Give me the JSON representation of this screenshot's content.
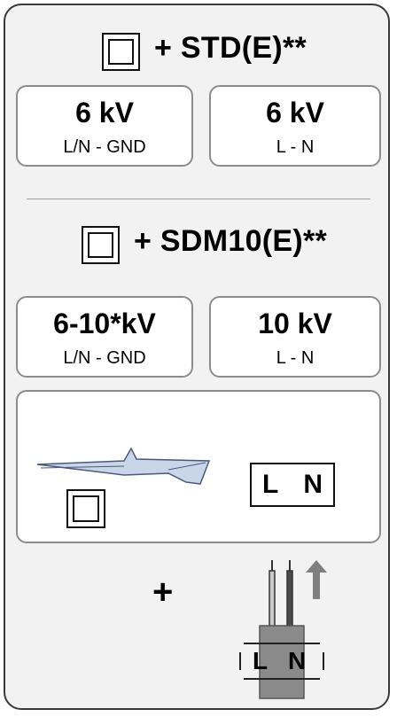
{
  "std": {
    "heading": "+ STD(E)**",
    "card_left": {
      "value": "6 kV",
      "label": "L/N - GND"
    },
    "card_right": {
      "value": "6 kV",
      "label": "L - N"
    }
  },
  "sdm": {
    "heading": "+ SDM10(E)**",
    "card_left": {
      "value": "6-10*kV",
      "label": "L/N - GND"
    },
    "card_right": {
      "value": "10 kV",
      "label": "L - N"
    }
  },
  "terminal_box": {
    "l": "L",
    "n": "N"
  },
  "connector": {
    "plus": "+",
    "l": "L",
    "n": "N"
  },
  "colors": {
    "background": "#f2f2f2",
    "border": "#8c8c8c",
    "probe": "#c9d6ea",
    "plug": "#8a8a8a"
  }
}
